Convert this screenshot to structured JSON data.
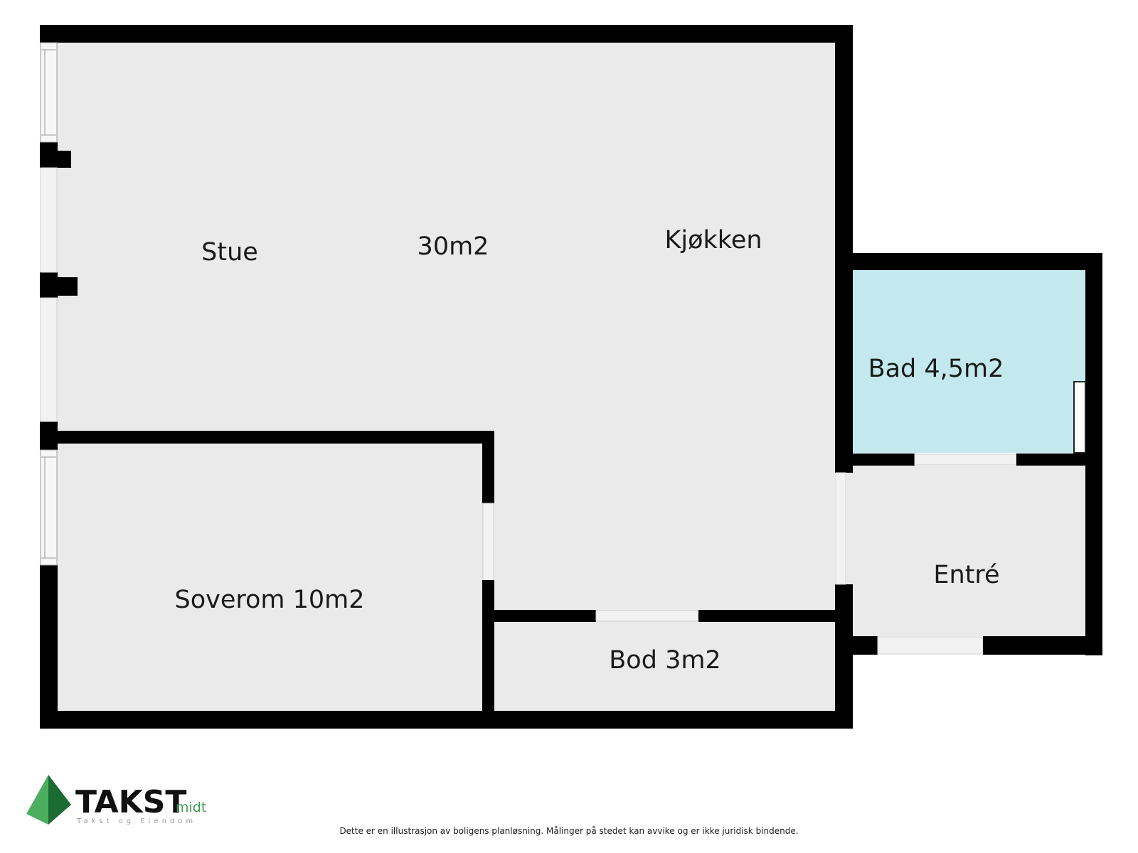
{
  "colors": {
    "wall": "#000000",
    "floor": "#eaeaea",
    "bathroom_floor": "#c3e9ee",
    "opening": "#efefef",
    "brand_green": "#3f9a55"
  },
  "rooms": {
    "stue": "Stue",
    "area_main": "30m2",
    "kjokken": "Kjøkken",
    "bad": "Bad 4,5m2",
    "entre": "Entré",
    "soverom": "Soverom 10m2",
    "bod": "Bod 3m2"
  },
  "logo": {
    "icon": "pyramid-icon",
    "name": "TAKST",
    "suffix": "midt",
    "tagline": "Takst og Eiendom"
  },
  "disclaimer": "Dette er en illustrasjon av boligens planløsning. Målinger på stedet kan avvike og er ikke juridisk bindende."
}
